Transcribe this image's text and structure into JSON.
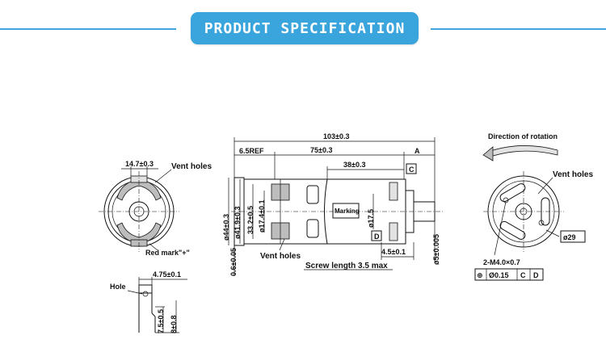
{
  "header": {
    "title": "PRODUCT SPECIFICATION"
  },
  "front_view": {
    "width_dim": "14.7±0.3",
    "vent_label": "Vent holes",
    "red_mark": "Red mark\"+\""
  },
  "side_view": {
    "overall_length": "103±0.3",
    "ref_dim": "6.5REF",
    "length_75": "75±0.3",
    "length_38": "38±0.3",
    "datum_a": "A",
    "datum_c": "C",
    "datum_d": "D",
    "dia_44": "ø44±0.3",
    "dia_41": "ø41.9±0.3",
    "dim_33": "33.2±0.5",
    "dia_17_4": "ø17.4±0.1",
    "dia_17_5": "ø17.5",
    "marking": "Marking",
    "shaft_dia": "ø5±0.005",
    "runout": "0.6±0.05",
    "dim_4_5": "4.5±0.1",
    "vent_label": "Vent holes",
    "screw_length": "Screw length 3.5 max"
  },
  "rear_view": {
    "rotation": "Direction of rotation",
    "vent_label": "Vent holes",
    "dia_29": "ø29",
    "thread": "2-M4.0×0.7",
    "tolerance_sym": "⊕",
    "tolerance_val": "Ø0.15",
    "tol_c": "C",
    "tol_d": "D"
  },
  "terminal_view": {
    "hole": "Hole",
    "width": "4.75±0.1",
    "h1": "7.5±0.5",
    "h2": "8±0.8"
  }
}
